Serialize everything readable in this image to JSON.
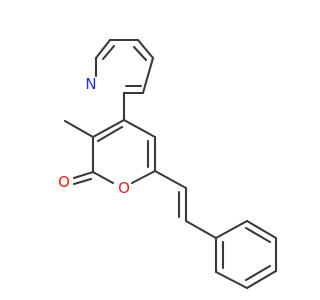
{
  "colors": {
    "bond": "#3a3a3a",
    "nitrogen": "#2a2ae6",
    "oxygen": "#e62020",
    "background": "#ffffff"
  },
  "atoms": {
    "pyridine_nitrogen": {
      "symbol": "N",
      "element": "nitrogen"
    },
    "ring_oxygen": {
      "symbol": "O",
      "element": "oxygen"
    },
    "carbonyl_oxygen": {
      "symbol": "O",
      "element": "oxygen"
    }
  }
}
